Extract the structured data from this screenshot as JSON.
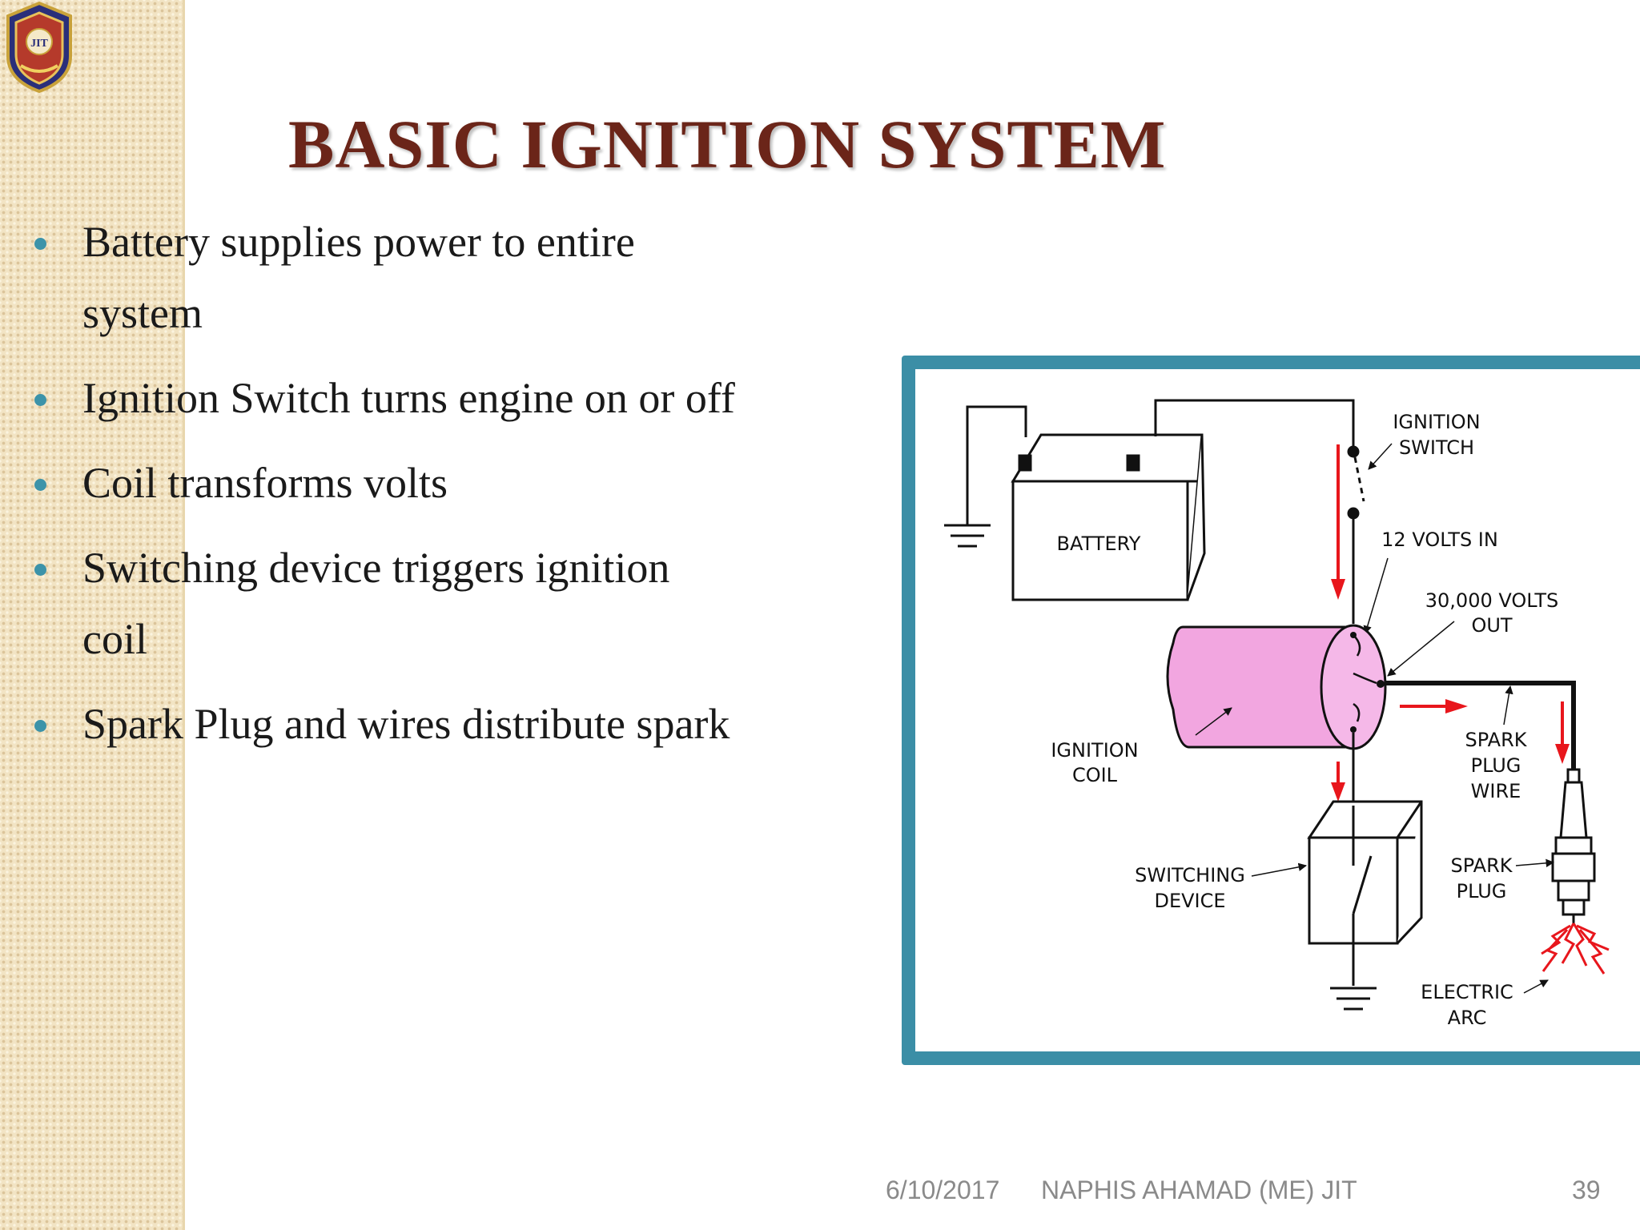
{
  "slide": {
    "title": "BASIC IGNITION SYSTEM",
    "logo_text": "JIT"
  },
  "bullets": [
    "Battery supplies power to entire system",
    "Ignition Switch turns engine on or off",
    "Coil transforms volts",
    "Switching device triggers ignition coil",
    "Spark Plug and wires distribute spark"
  ],
  "diagram": {
    "labels": {
      "battery": "BATTERY",
      "ignition_switch_1": "IGNITION",
      "ignition_switch_2": "SWITCH",
      "volts_in": "12 VOLTS IN",
      "volts_out_1": "30,000 VOLTS",
      "volts_out_2": "OUT",
      "ignition_coil_1": "IGNITION",
      "ignition_coil_2": "COIL",
      "spark_plug_wire_1": "SPARK",
      "spark_plug_wire_2": "PLUG",
      "spark_plug_wire_3": "WIRE",
      "spark_plug_1": "SPARK",
      "spark_plug_2": "PLUG",
      "switching_device_1": "SWITCHING",
      "switching_device_2": "DEVICE",
      "electric_arc_1": "ELECTRIC",
      "electric_arc_2": "ARC"
    }
  },
  "footer": {
    "date": "6/10/2017",
    "author": "NAPHIS AHAMAD (ME) JIT",
    "page": "39"
  },
  "colors": {
    "title": "#6b2519",
    "frame": "#3b8ea6",
    "bullet": "#3c93a9",
    "coil": "#f2a6e0",
    "arrow": "#e8161c"
  }
}
